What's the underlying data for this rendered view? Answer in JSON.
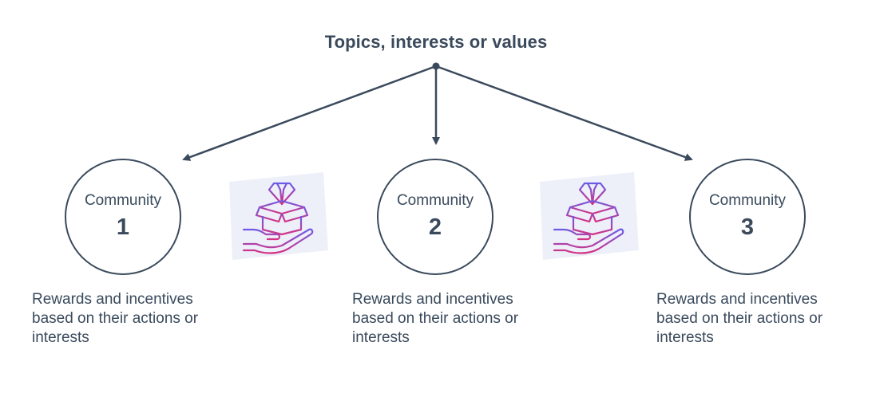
{
  "title": "Topics, interests or values",
  "communities": [
    {
      "label": "Community",
      "number": "1",
      "description": "Rewards and incentives based on their actions or interests"
    },
    {
      "label": "Community",
      "number": "2",
      "description": "Rewards and incentives based on their actions or interests"
    },
    {
      "label": "Community",
      "number": "3",
      "description": "Rewards and incentives based on their actions or interests"
    }
  ],
  "colors": {
    "text": "#3a4a5c",
    "card_background": "#eef0f9",
    "icon_gradient_start": "#6c5ce7",
    "icon_gradient_end": "#d63384"
  },
  "icons": [
    "gift-reward-icon",
    "gift-reward-icon"
  ]
}
